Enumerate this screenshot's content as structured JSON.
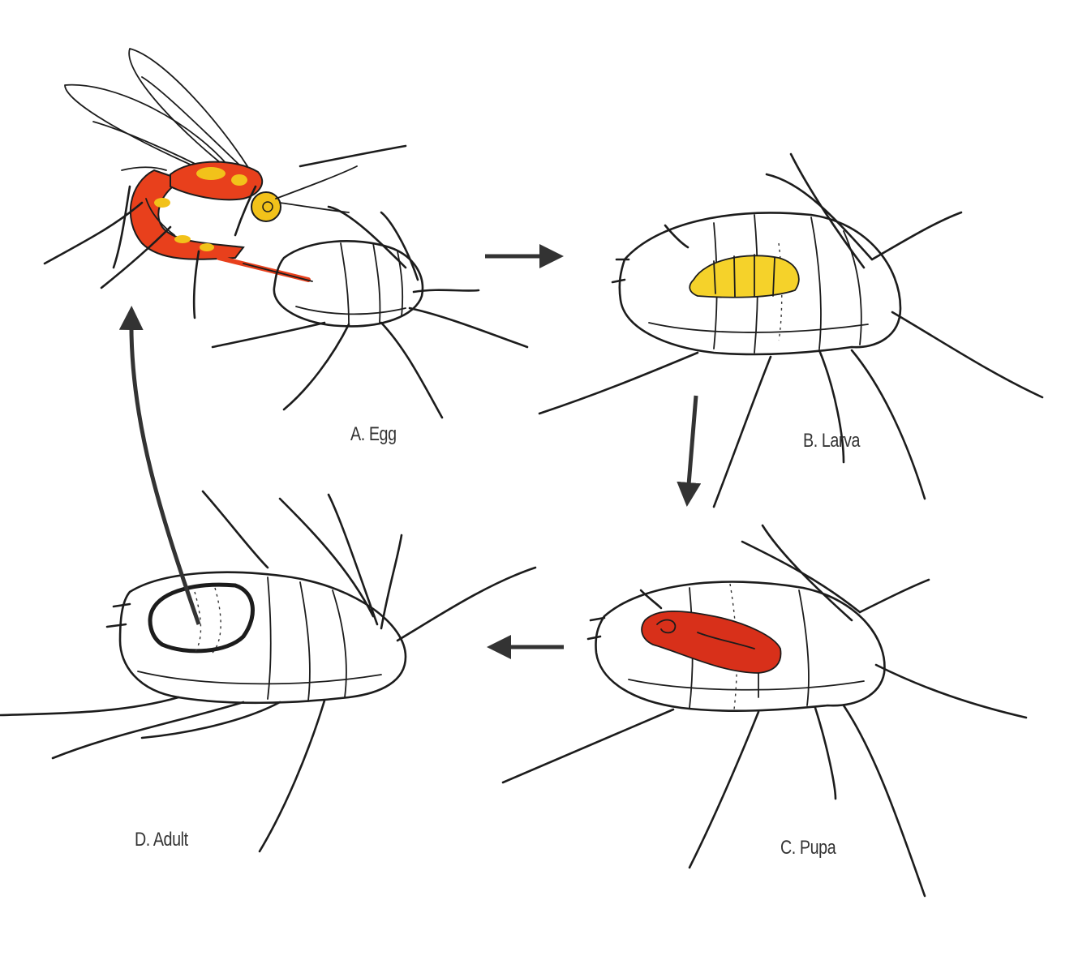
{
  "stages": {
    "egg": {
      "label": "A. Egg"
    },
    "larva": {
      "label": "B. Larva"
    },
    "pupa": {
      "label": "C. Pupa"
    },
    "adult": {
      "label": "D. Adult"
    }
  },
  "colors": {
    "ink": "#1c1c1c",
    "wasp_red": "#e8401c",
    "wasp_yellow": "#f2c21a",
    "larva_yellow": "#f5d22a",
    "pupa_red": "#d8301a",
    "arrow": "#333333"
  }
}
